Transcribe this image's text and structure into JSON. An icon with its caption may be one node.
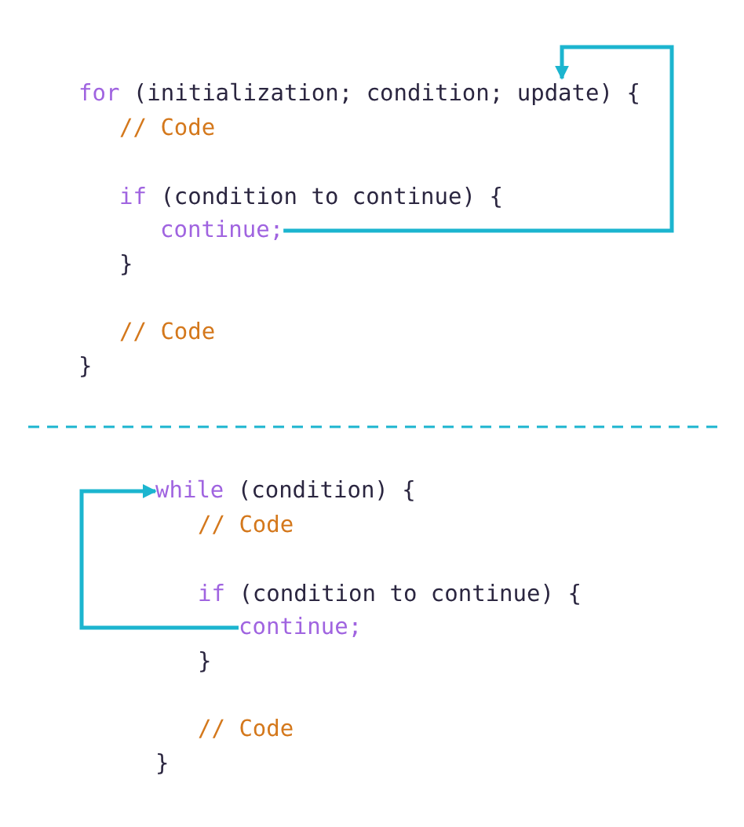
{
  "diagram": {
    "nodes": [
      {
        "text": [
          "for",
          "(initialization; condition; update) {"
        ]
      },
      {
        "text": [
          "continue;"
        ]
      },
      {
        "text": [
          "while",
          "(condition) {"
        ]
      },
      {
        "text": [
          "continue;"
        ]
      }
    ],
    "edges": [
      {
        "from": 1,
        "to": 0,
        "arrow": "to"
      },
      {
        "from": 3,
        "to": 2,
        "arrow": "to"
      }
    ],
    "labels": [
      "// Code",
      "if",
      "(condition to continue) {",
      "}",
      "// Code",
      "}",
      "// Code",
      "if",
      "(condition to continue) {",
      "}",
      "// Code",
      "}"
    ]
  }
}
